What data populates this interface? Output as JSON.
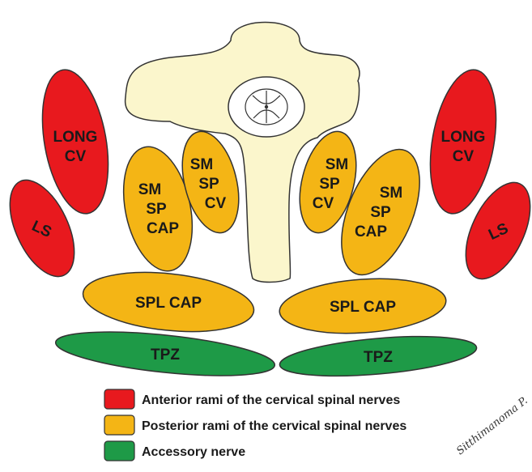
{
  "colors": {
    "anterior": "#e8191e",
    "posterior": "#f4b515",
    "accessory": "#1e9a47",
    "vertebra": "#fbf6cc",
    "outline": "#333333"
  },
  "muscles": {
    "long_cv_left": [
      "LONG",
      "CV"
    ],
    "long_cv_right": [
      "LONG",
      "CV"
    ],
    "ls_left": [
      "LS"
    ],
    "ls_right": [
      "LS"
    ],
    "sm_sp_cap_left": [
      "SM",
      "SP",
      "CAP"
    ],
    "sm_sp_cap_right": [
      "SM",
      "SP",
      "CAP"
    ],
    "sm_sp_cv_left": [
      "SM",
      "SP",
      "CV"
    ],
    "sm_sp_cv_right": [
      "SM",
      "SP",
      "CV"
    ],
    "spl_cap_left": [
      "SPL CAP"
    ],
    "spl_cap_right": [
      "SPL CAP"
    ],
    "tpz_left": [
      "TPZ"
    ],
    "tpz_right": [
      "TPZ"
    ]
  },
  "legend": [
    {
      "label": "Anterior rami of the cervical spinal nerves",
      "color": "#e8191e"
    },
    {
      "label": "Posterior rami of the cervical spinal nerves",
      "color": "#f4b515"
    },
    {
      "label": "Accessory nerve",
      "color": "#1e9a47"
    }
  ],
  "signature": "Sitthimanoma P."
}
